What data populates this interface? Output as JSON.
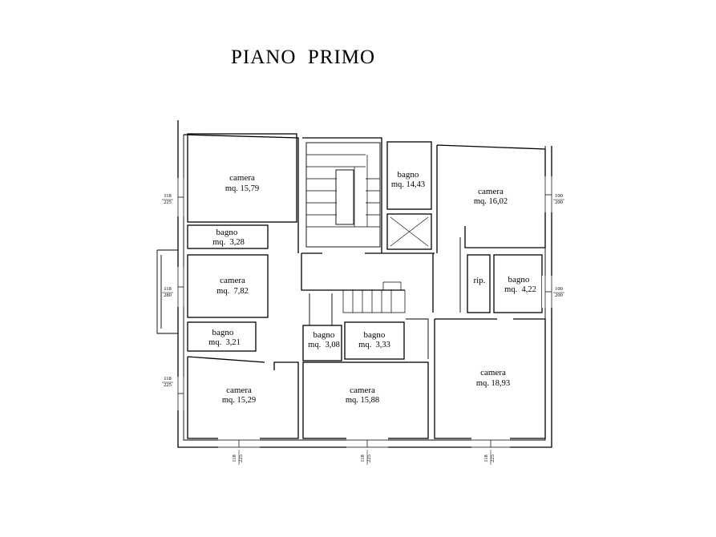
{
  "title": "PIANO  PRIMO",
  "rooms": [
    {
      "label": "camera",
      "area": "mq. 15,79"
    },
    {
      "label": "bagno",
      "area": "mq.  3,28"
    },
    {
      "label": "camera",
      "area": "mq.  7,82"
    },
    {
      "label": "bagno",
      "area": "mq.  3,21"
    },
    {
      "label": "camera",
      "area": "mq. 15,29"
    },
    {
      "label": "bagno",
      "area": "mq. 14,43"
    },
    {
      "label": "bagno",
      "area": "mq.  3,08"
    },
    {
      "label": "bagno",
      "area": "mq.  3,33"
    },
    {
      "label": "camera",
      "area": "mq. 15,88"
    },
    {
      "label": "camera",
      "area": "mq. 16,02"
    },
    {
      "label": "rip.",
      "area": ""
    },
    {
      "label": "bagno",
      "area": "mq.  4,22"
    },
    {
      "label": "camera",
      "area": "mq. 18,93"
    }
  ],
  "windows": [
    {
      "top": "118",
      "bottom": "225"
    },
    {
      "top": "118",
      "bottom": "280"
    },
    {
      "top": "118",
      "bottom": "225"
    },
    {
      "top": "100",
      "bottom": "200"
    },
    {
      "top": "100",
      "bottom": "200"
    },
    {
      "top": "118",
      "bottom": "225"
    },
    {
      "top": "118",
      "bottom": "225"
    },
    {
      "top": "118",
      "bottom": "225"
    }
  ]
}
